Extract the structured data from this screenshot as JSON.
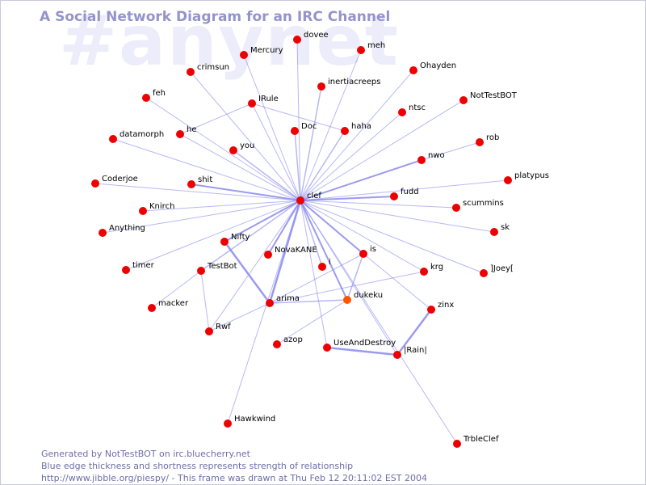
{
  "watermark": "#anynet",
  "title": "A Social Network Diagram for an IRC Channel",
  "footer": {
    "line1": "Generated by NotTestBOT on irc.bluecherry.net",
    "line2": "Blue edge thickness and shortness represents strength of relationship",
    "line3": "http://www.jibble.org/piespy/ - This frame was drawn at Thu Feb 12 20:11:02 EST 2004"
  },
  "colors": {
    "node": "#ee0000",
    "node_highlight": "#ff5500",
    "edge": "#8888ee",
    "title": "#9494cc",
    "watermark": "#ececfa"
  },
  "nodes": [
    {
      "id": "clef",
      "label": "clef"
    },
    {
      "id": "dovee",
      "label": "dovee"
    },
    {
      "id": "meh",
      "label": "meh"
    },
    {
      "id": "Mercury",
      "label": "Mercury"
    },
    {
      "id": "crimsun",
      "label": "crimsun"
    },
    {
      "id": "Ohayden",
      "label": "Ohayden"
    },
    {
      "id": "inertiacreeps",
      "label": "inertiacreeps"
    },
    {
      "id": "NotTestBOT",
      "label": "NotTestBOT"
    },
    {
      "id": "feh",
      "label": "feh"
    },
    {
      "id": "IRule",
      "label": "IRule"
    },
    {
      "id": "ntsc",
      "label": "ntsc"
    },
    {
      "id": "Doc",
      "label": "Doc"
    },
    {
      "id": "haha",
      "label": "haha"
    },
    {
      "id": "he",
      "label": "he"
    },
    {
      "id": "datamorph",
      "label": "datamorph"
    },
    {
      "id": "rob",
      "label": "rob"
    },
    {
      "id": "you",
      "label": "you"
    },
    {
      "id": "nwo",
      "label": "nwo"
    },
    {
      "id": "platypus",
      "label": "platypus"
    },
    {
      "id": "Coderjoe",
      "label": "Coderjoe"
    },
    {
      "id": "shit",
      "label": "shit"
    },
    {
      "id": "fudd",
      "label": "fudd"
    },
    {
      "id": "scummins",
      "label": "scummins"
    },
    {
      "id": "Knirch",
      "label": "Knirch"
    },
    {
      "id": "Anything",
      "label": "Anything"
    },
    {
      "id": "sk",
      "label": "sk"
    },
    {
      "id": "Nifty",
      "label": "Nifty"
    },
    {
      "id": "is",
      "label": "is"
    },
    {
      "id": "NovaKANE",
      "label": "NovaKANE"
    },
    {
      "id": "timer",
      "label": "timer"
    },
    {
      "id": "i",
      "label": "i"
    },
    {
      "id": "krg",
      "label": "krg"
    },
    {
      "id": "Joey",
      "label": "]Joey["
    },
    {
      "id": "TestBot",
      "label": "TestBot"
    },
    {
      "id": "dukeku",
      "label": "dukeku",
      "highlight": true
    },
    {
      "id": "arima",
      "label": "arima"
    },
    {
      "id": "macker",
      "label": "macker"
    },
    {
      "id": "zinx",
      "label": "zinx"
    },
    {
      "id": "Rwf",
      "label": "Rwf"
    },
    {
      "id": "azop",
      "label": "azop"
    },
    {
      "id": "UseAndDestroy",
      "label": "UseAndDestroy"
    },
    {
      "id": "Rain",
      "label": "|Rain|"
    },
    {
      "id": "Hawkwind",
      "label": "Hawkwind"
    },
    {
      "id": "TrbleClef",
      "label": "TrbleClef"
    }
  ],
  "edges": [
    {
      "source": "clef",
      "target": "dovee",
      "weight": 1
    },
    {
      "source": "clef",
      "target": "meh",
      "weight": 1
    },
    {
      "source": "clef",
      "target": "Mercury",
      "weight": 1
    },
    {
      "source": "clef",
      "target": "crimsun",
      "weight": 1
    },
    {
      "source": "clef",
      "target": "Ohayden",
      "weight": 1
    },
    {
      "source": "clef",
      "target": "inertiacreeps",
      "weight": 1.5
    },
    {
      "source": "clef",
      "target": "NotTestBOT",
      "weight": 1
    },
    {
      "source": "clef",
      "target": "feh",
      "weight": 1
    },
    {
      "source": "clef",
      "target": "IRule",
      "weight": 1
    },
    {
      "source": "clef",
      "target": "ntsc",
      "weight": 1
    },
    {
      "source": "clef",
      "target": "Doc",
      "weight": 1.5
    },
    {
      "source": "clef",
      "target": "haha",
      "weight": 1.5
    },
    {
      "source": "clef",
      "target": "he",
      "weight": 1
    },
    {
      "source": "clef",
      "target": "datamorph",
      "weight": 1
    },
    {
      "source": "clef",
      "target": "you",
      "weight": 1.5
    },
    {
      "source": "clef",
      "target": "nwo",
      "weight": 2
    },
    {
      "source": "clef",
      "target": "platypus",
      "weight": 1
    },
    {
      "source": "clef",
      "target": "Coderjoe",
      "weight": 1
    },
    {
      "source": "clef",
      "target": "shit",
      "weight": 2
    },
    {
      "source": "clef",
      "target": "fudd",
      "weight": 2
    },
    {
      "source": "clef",
      "target": "scummins",
      "weight": 1
    },
    {
      "source": "clef",
      "target": "Knirch",
      "weight": 1
    },
    {
      "source": "clef",
      "target": "Anything",
      "weight": 1
    },
    {
      "source": "clef",
      "target": "sk",
      "weight": 1
    },
    {
      "source": "clef",
      "target": "Nifty",
      "weight": 2
    },
    {
      "source": "clef",
      "target": "is",
      "weight": 2
    },
    {
      "source": "clef",
      "target": "NovaKANE",
      "weight": 2
    },
    {
      "source": "clef",
      "target": "timer",
      "weight": 1
    },
    {
      "source": "clef",
      "target": "i",
      "weight": 1.5
    },
    {
      "source": "clef",
      "target": "krg",
      "weight": 1
    },
    {
      "source": "clef",
      "target": "Joey",
      "weight": 1
    },
    {
      "source": "clef",
      "target": "TestBot",
      "weight": 1.5
    },
    {
      "source": "clef",
      "target": "dukeku",
      "weight": 2
    },
    {
      "source": "clef",
      "target": "arima",
      "weight": 2.5
    },
    {
      "source": "clef",
      "target": "Rwf",
      "weight": 1
    },
    {
      "source": "clef",
      "target": "UseAndDestroy",
      "weight": 1
    },
    {
      "source": "clef",
      "target": "Rain",
      "weight": 1
    },
    {
      "source": "clef",
      "target": "Hawkwind",
      "weight": 1
    },
    {
      "source": "clef",
      "target": "TrbleClef",
      "weight": 1
    },
    {
      "source": "rob",
      "target": "nwo",
      "weight": 1
    },
    {
      "source": "IRule",
      "target": "he",
      "weight": 1
    },
    {
      "source": "IRule",
      "target": "haha",
      "weight": 1
    },
    {
      "source": "Nifty",
      "target": "arima",
      "weight": 2.5
    },
    {
      "source": "arima",
      "target": "dukeku",
      "weight": 1.5
    },
    {
      "source": "arima",
      "target": "is",
      "weight": 1
    },
    {
      "source": "arima",
      "target": "krg",
      "weight": 1
    },
    {
      "source": "arima",
      "target": "Rwf",
      "weight": 1
    },
    {
      "source": "TestBot",
      "target": "Rwf",
      "weight": 1
    },
    {
      "source": "TestBot",
      "target": "macker",
      "weight": 1
    },
    {
      "source": "is",
      "target": "dukeku",
      "weight": 1.5
    },
    {
      "source": "is",
      "target": "zinx",
      "weight": 1
    },
    {
      "source": "zinx",
      "target": "Rain",
      "weight": 2.5
    },
    {
      "source": "UseAndDestroy",
      "target": "Rain",
      "weight": 2.5
    },
    {
      "source": "dukeku",
      "target": "azop",
      "weight": 1
    }
  ]
}
